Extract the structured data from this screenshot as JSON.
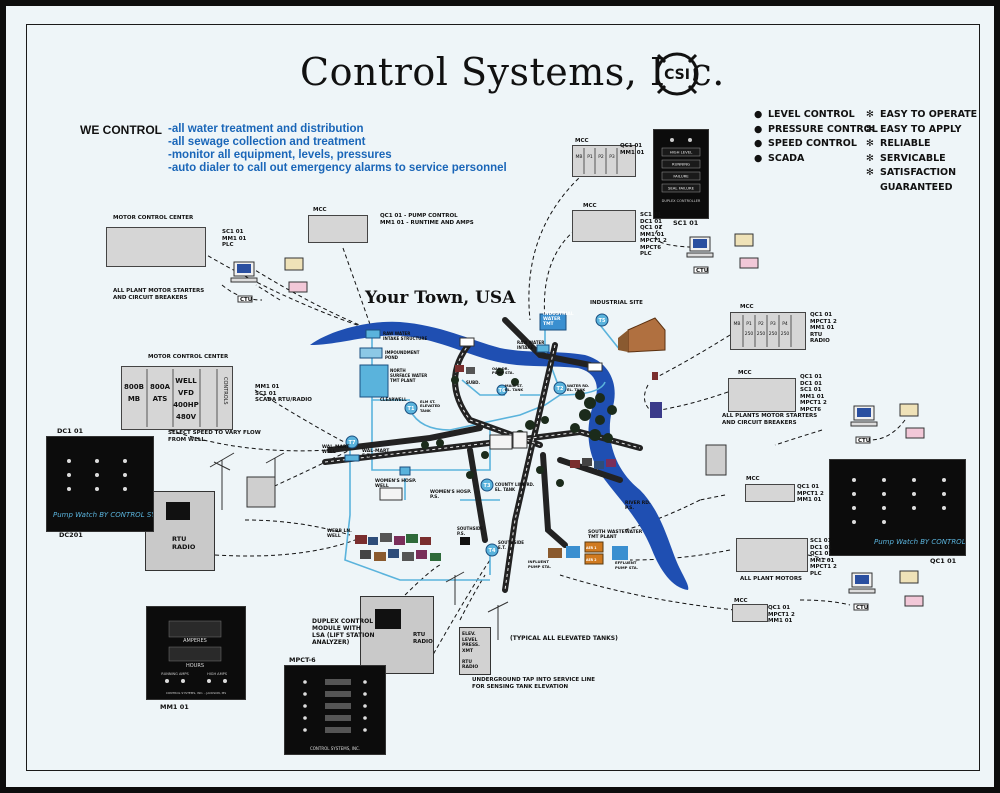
{
  "title": "Control Systems, Inc.",
  "logo_text": "CSI",
  "we_control": {
    "heading": "WE CONTROL",
    "items": [
      "-all water treatment and distribution",
      "-all sewage collection and treatment",
      "-monitor all equipment, levels, pressures",
      "-auto dialer to call out emergency alarms to service personnel"
    ]
  },
  "features_left": [
    "LEVEL CONTROL",
    "PRESSURE CONTROL",
    "SPEED CONTROL",
    "SCADA"
  ],
  "features_right": [
    "EASY TO OPERATE",
    "EASY TO APPLY",
    "RELIABLE",
    "SERVICABLE",
    "SATISFACTION",
    "GUARANTEED"
  ],
  "town_title": "Your Town, USA",
  "labels": {
    "mcc_center_top": "MOTOR CONTROL CENTER",
    "sc101_mm101_plc": "SC1 01\nMM1 01\nPLC",
    "all_plant_starters": "ALL PLANT MOTOR STARTERS\nAND CIRCUIT BREAKERS",
    "mcc_top_mid": "MCC",
    "qc101_pump": "QC1 01 - PUMP CONTROL\nMM1 01 - RUNTIME AND AMPS",
    "mcc_top_right": "MCC",
    "qc101_mm101": "QC1 01\nMM1 01",
    "mcc_top_right2": "MCC",
    "sc101_list": "SC1 01\nDC1 01\nQC1 01\nMM1 01\nMPCT1 2\nMPCT6\nPLC",
    "sc101": "SC1 01",
    "ctu": "CTU",
    "industrial_site": "INDUSTRIAL SITE",
    "industrial_water": "INDUSTRIAL\nWATER\nTMT",
    "raw_water_intake_right": "RAW WATER\nINTAKE",
    "mcc_right1": "MCC",
    "qc101_mpct12_rtu": "QC1 01\nMPCT1 2\nMM1 01\nRTU\nRADIO",
    "mcc_center_left": "MOTOR CONTROL CENTER",
    "mm101_sc101": "MM1 01\nSC1 01\nSCADA RTU/RADIO",
    "select_speed": "SELECT SPEED TO VARY FLOW\nFROM WELL",
    "mcc_right2": "MCC",
    "qc101_list2": "QC1 01\nDC1 01\nSC1 01\nMM1 01\nMPCT1 2\nMPCT6",
    "all_plants_starters": "ALL PLANTS MOTOR STARTERS\nAND CIRCUIT BREAKERS",
    "dc101": "DC1 01",
    "dc201": "DC201",
    "pumpwatch_brand": "Pump Watch BY CONTROL SYSTEMS, INC.",
    "rtu_radio": "RTU\nRADIO",
    "mcc_right3": "MCC",
    "qc101_mpct12_mm101": "QC1 01\nMPCT1 2\nMM1 01",
    "qc101_right": "QC1 01",
    "qc101_list3": "SC1 01\nDC1 01\nQC1 01\nMM1 01\nMPCT1 2\nPLC",
    "all_plant_motors": "ALL PLANT MOTORS",
    "mcc_right4": "MCC",
    "qc101_mpct12_mm101_b": "QC1 01\nMPCT1 2\nMM1 01",
    "amperes": "AMPERES",
    "hours": "HOURS",
    "mm101": "MM1 01",
    "duplex_control": "DUPLEX CONTROL\nMODULE WITH\nLSA (LIFT STATION\nANALYZER)",
    "mpct6": "MPCT-6",
    "control_systems_inc_small": "CONTROL SYSTEMS, INC.",
    "rtu_radio_mid": "RTU\nRADIO",
    "typical_elevated": "(TYPICAL ALL ELEVATED TANKS)",
    "underground_tap": "UNDERGROUND TAP INTO SERVICE LINE\nFOR SENSING TANK ELEVATION",
    "elev_box": "ELEV.\nLEVEL\nPRESS.\nXMT\n\nRTU\nRADIO",
    "raw_water_intake": "RAW WATER\nINTAKE STRUCTURE",
    "impoundment": "IMPOUNDMENT\nPOND",
    "north_surface": "NORTH\nSURFACE WATER\nTMT PLANT",
    "clearwell": "CLEARWELL",
    "walmart_well": "WAL-MART\nWELL",
    "walmart_et": "WAL-MART\nE.T.",
    "womens_hosp_well": "WOMEN'S HOSP.\nWELL",
    "womens_hosp_ps": "WOMEN'S HOSP.\nP.S.",
    "county_line": "COUNTY LINE RD.\nEL. TANK",
    "webb_ln_well": "WEBB LN.\nWELL",
    "southside_ps": "SOUTHSIDE\nP.S.",
    "southside_et": "SOUTHSIDE\nE.T.",
    "south_wastewater": "SOUTH WASTEWATER\nTMT PLANT",
    "influent_pump": "INFLUENT\nPUMP STA.",
    "effluent_pump": "EFFLUENT\nPUMP STA.",
    "river_rd_ps": "RIVER RD.\nP.S.",
    "subd": "SUBD.",
    "oak_dr": "OAK DR.\nPUMP STA.",
    "main_st": "MAIN ST.\nEL. TANK",
    "water_rd": "WATER RD.\nEL. TANK",
    "elm_st": "ELM ST.\nELEVATED\nTANK",
    "duplex_controller_hdr": "DUPLEX\nCONTROLLER",
    "high_level": "HIGH LEVEL",
    "running": "RUNNING",
    "failure": "FAILURE",
    "seal_failure": "SEAL FAILURE",
    "tank_nums": [
      "T1",
      "T7",
      "T2",
      "T3",
      "T4",
      "T5",
      "T6"
    ],
    "mcc_cells_1": [
      "MB",
      "P1",
      "P2",
      "P3",
      "P4"
    ],
    "mcc_cells_hp": [
      "250",
      "250",
      "250",
      "250"
    ],
    "mcc_cells_2": [
      "800B",
      "800A",
      "WELL",
      "CONTROLS"
    ],
    "mcc_cells_3": [
      "MB",
      "ATS",
      "VFD",
      "400HP",
      "480V"
    ],
    "running_amps": "RUNNING AMPS",
    "high_amps": "HIGH AMPS",
    "jackson": "CONTROL SYSTEMS, INC. - JACKSON, MS",
    "wwtp_boxes": [
      "AER 1",
      "AER 2"
    ]
  },
  "colors": {
    "background": "#eef5f8",
    "river": "#1f4fb2",
    "blue_text": "#1a66b8",
    "pipe": "#5ab3dc",
    "road": "#222222"
  }
}
